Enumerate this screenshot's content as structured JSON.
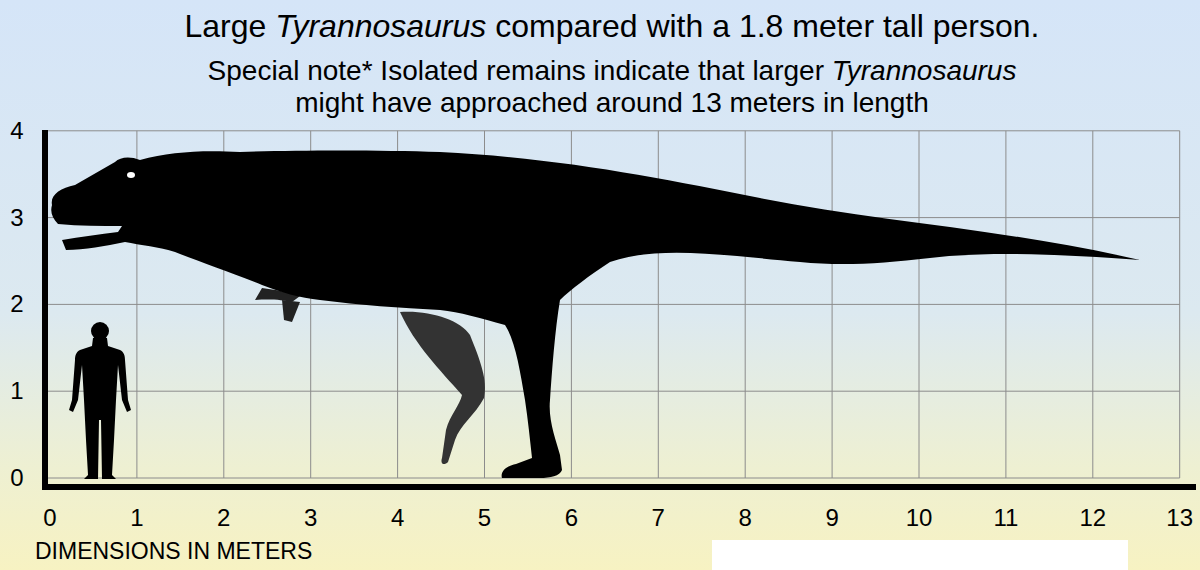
{
  "diagram": {
    "title": "Large Tyrannosaurus compared with a 1.8 meter tall person.",
    "labels": [
      "Special note* Isolated remains indicate that larger Tyrannosaurus might have approached around 13 meters in length",
      "4",
      "3",
      "2",
      "1",
      "0",
      "0",
      "1",
      "2",
      "3",
      "4",
      "5",
      "6",
      "7",
      "8",
      "9",
      "10",
      "11",
      "12",
      "13",
      "DIMENSIONS IN METERS"
    ]
  }
}
